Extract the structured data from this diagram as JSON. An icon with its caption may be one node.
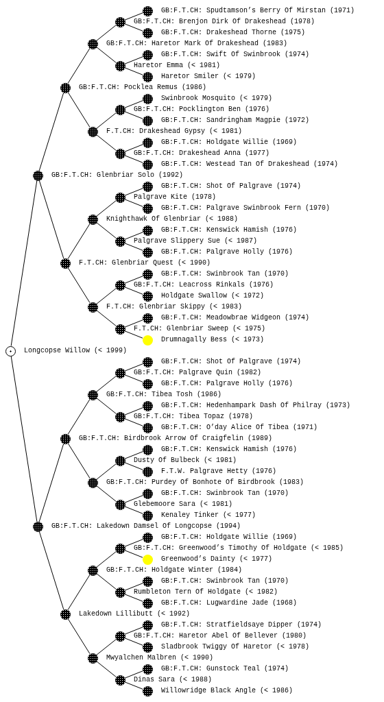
{
  "diagram": {
    "nodes": [
      {
        "text": [
          "GB:F.T.CH: Spudtamson’s Berry Of Mirstan (1971)"
        ]
      },
      {
        "text": [
          "GB:F.T.CH: Brenjon Dirk Of Drakeshead (1978)"
        ]
      },
      {
        "text": [
          "GB:F.T.CH: Drakeshead Thorne (1975)"
        ]
      },
      {
        "text": [
          "GB:F.T.CH: Haretor Mark Of Drakeshead (1983)"
        ]
      },
      {
        "text": [
          "GB:F.T.CH: Swift Of Swinbrook (1974)"
        ]
      },
      {
        "text": [
          "Haretor Emma (< 1981)"
        ]
      },
      {
        "text": [
          "Haretor Smiler (< 1979)"
        ]
      },
      {
        "text": [
          "GB:F.T.CH: Pocklea Remus (1986)"
        ]
      },
      {
        "text": [
          "Swinbrook Mosquito (< 1979)"
        ]
      },
      {
        "text": [
          "GB:F.T.CH: Pocklington Ben (1976)"
        ]
      },
      {
        "text": [
          "GB:F.T.CH: Sandringham Magpie (1972)"
        ]
      },
      {
        "text": [
          "F.T.CH: Drakeshead Gypsy (< 1981)"
        ]
      },
      {
        "text": [
          "GB:F.T.CH: Holdgate Willie (1969)"
        ]
      },
      {
        "text": [
          "GB:F.T.CH: Drakeshead Anna (1977)"
        ]
      },
      {
        "text": [
          "GB:F.T.CH: Westead Tan Of Drakeshead (1974)"
        ]
      },
      {
        "text": [
          "GB:F.T.CH: Glenbriar Solo (1992)"
        ]
      },
      {
        "text": [
          "GB:F.T.CH: Shot Of Palgrave (1974)"
        ]
      },
      {
        "text": [
          "Palgrave Kite (1978)"
        ]
      },
      {
        "text": [
          "GB:F.T.CH: Palgrave Swinbrook Fern (1970)"
        ]
      },
      {
        "text": [
          "Knighthawk Of Glenbriar (< 1988)"
        ]
      },
      {
        "text": [
          "GB:F.T.CH: Kenswick Hamish (1976)"
        ]
      },
      {
        "text": [
          "Palgrave Slippery Sue (< 1987)"
        ]
      },
      {
        "text": [
          "GB:F.T.CH: Palgrave Holly (1976)"
        ]
      },
      {
        "text": [
          "F.T.CH: Glenbriar Quest (< 1990)"
        ]
      },
      {
        "text": [
          "GB:F.T.CH: Swinbrook Tan (1970)"
        ]
      },
      {
        "text": [
          "GB:F.T.CH: Leacross Rinkals (1976)"
        ]
      },
      {
        "text": [
          "Holdgate Swallow (< 1972)"
        ]
      },
      {
        "text": [
          "F.T.CH: Glenbriar Skippy (< 1983)"
        ]
      },
      {
        "text": [
          "GB:F.T.CH: Meadowbrae Widgeon (1974)"
        ]
      },
      {
        "text": [
          "F.T.CH: Glenbriar Sweep (< 1975)"
        ]
      },
      {
        "text": [
          "Drumnagally Bess (< 1973)"
        ]
      },
      {
        "text": [
          "Longcopse Willow (< 1999)"
        ]
      },
      {
        "text": [
          "GB:F.T.CH: Shot Of Palgrave (1974)"
        ]
      },
      {
        "text": [
          "GB:F.T.CH: Palgrave Quin (1982)"
        ]
      },
      {
        "text": [
          "GB:F.T.CH: Palgrave Holly (1976)"
        ]
      },
      {
        "text": [
          "GB:F.T.CH: Tibea Tosh (1986)"
        ]
      },
      {
        "text": [
          "GB:F.T.CH: Hedenhampark Dash Of Philray (1973)"
        ]
      },
      {
        "text": [
          "GB:F.T.CH: Tibea Topaz (1978)"
        ]
      },
      {
        "text": [
          "GB:F.T.CH: O’day Alice Of Tibea (1971)"
        ]
      },
      {
        "text": [
          "GB:F.T.CH: Birdbrook Arrow Of Craigfelin (1989)"
        ]
      },
      {
        "text": [
          "GB:F.T.CH: Kenswick Hamish (1976)"
        ]
      },
      {
        "text": [
          "Dusty Of Bulbeck (< 1981)"
        ]
      },
      {
        "text": [
          "F.T.W. Palgrave Hetty (1976)"
        ]
      },
      {
        "text": [
          "GB:F.T.CH: Purdey Of Bonhote Of Birdbrook (1983)"
        ]
      },
      {
        "text": [
          "GB:F.T.CH: Swinbrook Tan (1970)"
        ]
      },
      {
        "text": [
          "Glebemoore Sara (< 1981)"
        ]
      },
      {
        "text": [
          "Kenaley Tinker (< 1977)"
        ]
      },
      {
        "text": [
          "GB:F.T.CH: Lakedown Damsel Of Longcopse (1994)"
        ]
      },
      {
        "text": [
          "GB:F.T.CH: Holdgate Willie (1969)"
        ]
      },
      {
        "text": [
          "GB:F.T.CH: Greenwood’s Timothy Of Holdgate (< 1985)"
        ]
      },
      {
        "text": [
          "Greenwood’s Dainty (< 1977)"
        ]
      },
      {
        "text": [
          "GB:F.T.CH: Holdgate Winter (1984)"
        ]
      },
      {
        "text": [
          "GB:F.T.CH: Swinbrook Tan (1970)"
        ]
      },
      {
        "text": [
          "Rumbleton Tern Of Holdgate (< 1982)"
        ]
      },
      {
        "text": [
          "GB:F.T.CH: Lugwardine Jade (1968)"
        ]
      },
      {
        "text": [
          "Lakedown Lillibutt (< 1992)"
        ]
      },
      {
        "text": [
          "GB:F.T.CH: Stratfieldsaye Dipper (1974)"
        ]
      },
      {
        "text": [
          "GB:F.T.CH: Haretor Abel Of Bellever (1980)"
        ]
      },
      {
        "text": [
          "Sladbrook Twiggy Of Haretor (< 1978)"
        ]
      },
      {
        "text": [
          "Mwyalchen Malbren (< 1990)"
        ]
      },
      {
        "text": [
          "GB:F.T.CH: Gunstock Teal (1974)"
        ]
      },
      {
        "text": [
          "Dinas Sara (< 1988)"
        ]
      },
      {
        "text": [
          "Willowridge Black Angle (< 1986)"
        ]
      }
    ],
    "edges": [
      {
        "from": 1,
        "to": 0,
        "arrow": "none"
      },
      {
        "from": 3,
        "to": 1,
        "arrow": "none"
      },
      {
        "from": 1,
        "to": 2,
        "arrow": "none"
      },
      {
        "from": 7,
        "to": 3,
        "arrow": "none"
      },
      {
        "from": 5,
        "to": 4,
        "arrow": "none"
      },
      {
        "from": 3,
        "to": 5,
        "arrow": "none"
      },
      {
        "from": 5,
        "to": 6,
        "arrow": "none"
      },
      {
        "from": 15,
        "to": 7,
        "arrow": "none"
      },
      {
        "from": 9,
        "to": 8,
        "arrow": "none"
      },
      {
        "from": 11,
        "to": 9,
        "arrow": "none"
      },
      {
        "from": 9,
        "to": 10,
        "arrow": "none"
      },
      {
        "from": 7,
        "to": 11,
        "arrow": "none"
      },
      {
        "from": 13,
        "to": 12,
        "arrow": "none"
      },
      {
        "from": 11,
        "to": 13,
        "arrow": "none"
      },
      {
        "from": 13,
        "to": 14,
        "arrow": "none"
      },
      {
        "from": 31,
        "to": 15,
        "arrow": "none"
      },
      {
        "from": 17,
        "to": 16,
        "arrow": "none"
      },
      {
        "from": 19,
        "to": 17,
        "arrow": "none"
      },
      {
        "from": 17,
        "to": 18,
        "arrow": "none"
      },
      {
        "from": 23,
        "to": 19,
        "arrow": "none"
      },
      {
        "from": 21,
        "to": 20,
        "arrow": "none"
      },
      {
        "from": 19,
        "to": 21,
        "arrow": "none"
      },
      {
        "from": 21,
        "to": 22,
        "arrow": "none"
      },
      {
        "from": 15,
        "to": 23,
        "arrow": "none"
      },
      {
        "from": 25,
        "to": 24,
        "arrow": "none"
      },
      {
        "from": 27,
        "to": 25,
        "arrow": "none"
      },
      {
        "from": 25,
        "to": 26,
        "arrow": "none"
      },
      {
        "from": 23,
        "to": 27,
        "arrow": "none"
      },
      {
        "from": 29,
        "to": 28,
        "arrow": "none"
      },
      {
        "from": 27,
        "to": 29,
        "arrow": "none"
      },
      {
        "from": 29,
        "to": 30,
        "arrow": "none"
      },
      {
        "from": 33,
        "to": 32,
        "arrow": "none"
      },
      {
        "from": 35,
        "to": 33,
        "arrow": "none"
      },
      {
        "from": 33,
        "to": 34,
        "arrow": "none"
      },
      {
        "from": 39,
        "to": 35,
        "arrow": "none"
      },
      {
        "from": 37,
        "to": 36,
        "arrow": "none"
      },
      {
        "from": 35,
        "to": 37,
        "arrow": "none"
      },
      {
        "from": 37,
        "to": 38,
        "arrow": "none"
      },
      {
        "from": 47,
        "to": 39,
        "arrow": "none"
      },
      {
        "from": 41,
        "to": 40,
        "arrow": "none"
      },
      {
        "from": 43,
        "to": 41,
        "arrow": "none"
      },
      {
        "from": 41,
        "to": 42,
        "arrow": "none"
      },
      {
        "from": 39,
        "to": 43,
        "arrow": "none"
      },
      {
        "from": 45,
        "to": 44,
        "arrow": "none"
      },
      {
        "from": 43,
        "to": 45,
        "arrow": "none"
      },
      {
        "from": 45,
        "to": 46,
        "arrow": "none"
      },
      {
        "from": 31,
        "to": 47,
        "arrow": "none"
      },
      {
        "from": 49,
        "to": 48,
        "arrow": "none"
      },
      {
        "from": 51,
        "to": 49,
        "arrow": "none"
      },
      {
        "from": 49,
        "to": 50,
        "arrow": "none"
      },
      {
        "from": 55,
        "to": 51,
        "arrow": "none"
      },
      {
        "from": 53,
        "to": 52,
        "arrow": "none"
      },
      {
        "from": 51,
        "to": 53,
        "arrow": "none"
      },
      {
        "from": 53,
        "to": 54,
        "arrow": "none"
      },
      {
        "from": 47,
        "to": 55,
        "arrow": "none"
      },
      {
        "from": 57,
        "to": 56,
        "arrow": "none"
      },
      {
        "from": 59,
        "to": 57,
        "arrow": "none"
      },
      {
        "from": 57,
        "to": 58,
        "arrow": "none"
      },
      {
        "from": 55,
        "to": 59,
        "arrow": "none"
      },
      {
        "from": 61,
        "to": 60,
        "arrow": "none"
      },
      {
        "from": 59,
        "to": 61,
        "arrow": "none"
      },
      {
        "from": 61,
        "to": 62,
        "arrow": "none"
      }
    ]
  }
}
